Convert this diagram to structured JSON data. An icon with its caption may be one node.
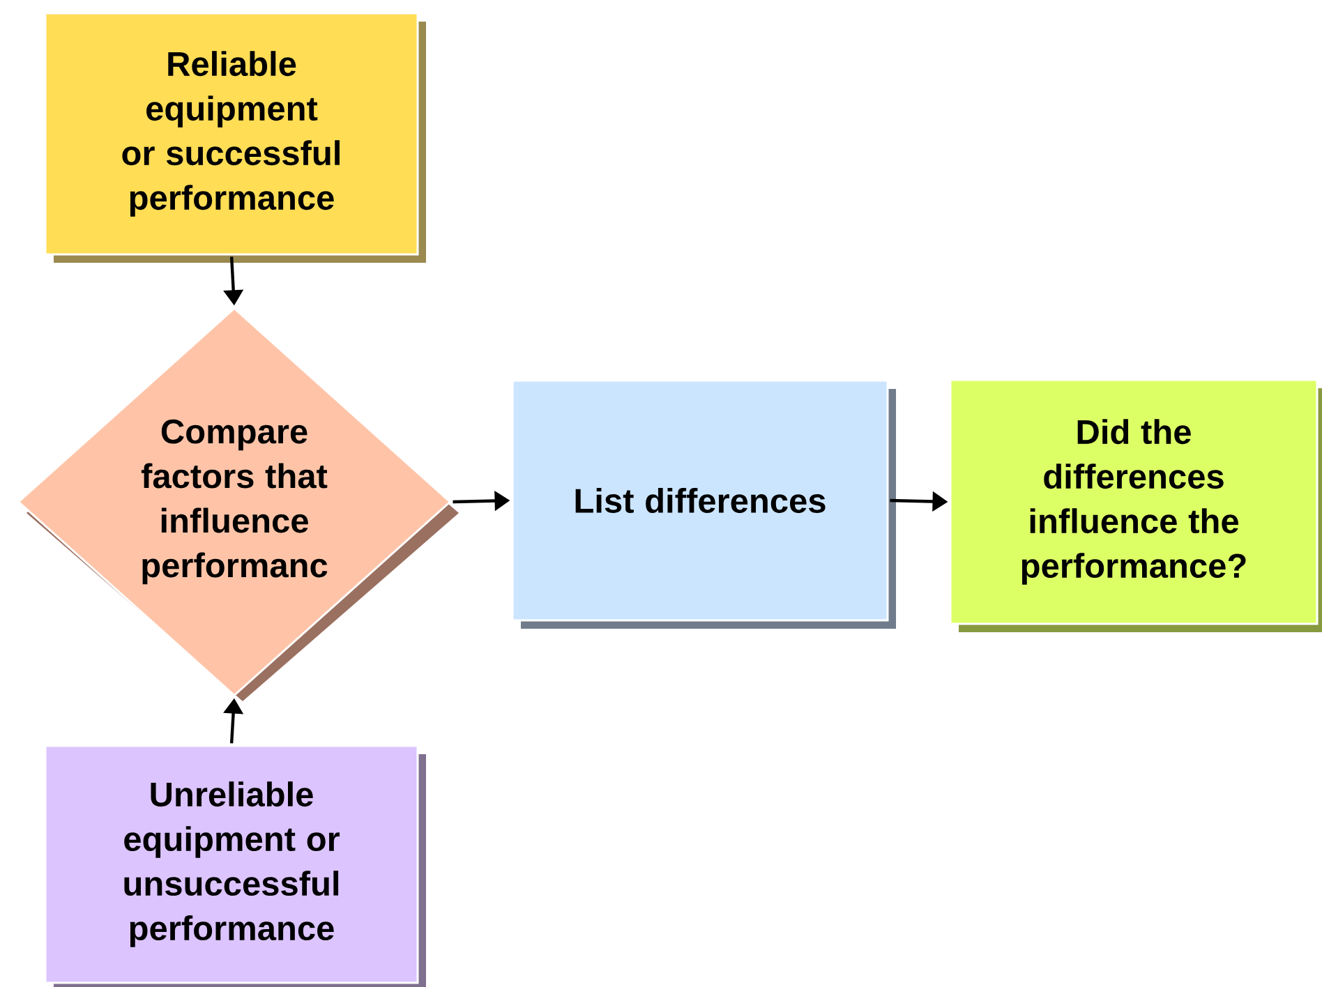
{
  "diagram": {
    "nodes": [
      {
        "text": [
          "Reliable equipment or successful performance"
        ]
      },
      {
        "text": [
          "Compare factors that influence performanc"
        ]
      },
      {
        "text": [
          "List differences"
        ]
      },
      {
        "text": [
          "Did the differences influence the performance?"
        ]
      },
      {
        "text": [
          "Unreliable equipment or unsuccessful performance"
        ]
      }
    ],
    "edges": [
      {
        "from": 0,
        "to": 1,
        "arrow": "to"
      },
      {
        "from": 4,
        "to": 1,
        "arrow": "to"
      },
      {
        "from": 1,
        "to": 2,
        "arrow": "to"
      },
      {
        "from": 2,
        "to": 3,
        "arrow": "to"
      }
    ]
  }
}
